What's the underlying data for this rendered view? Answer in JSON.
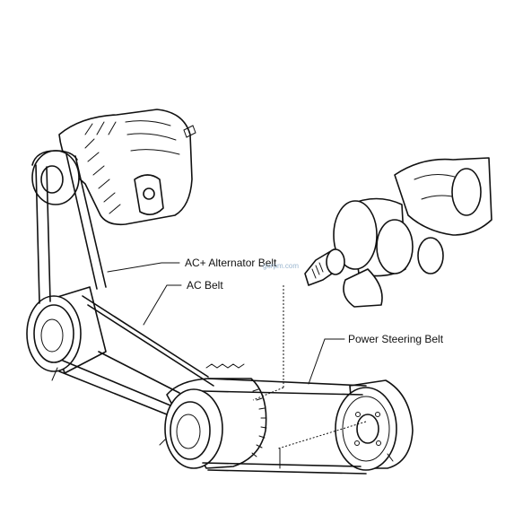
{
  "labels": {
    "ac_alternator_belt": "AC+ Alternator Belt",
    "ac_belt": "AC Belt",
    "power_steering_belt": "Power Steering Belt"
  },
  "watermark": "gorpm.com",
  "colors": {
    "ink": "#111111",
    "background": "#ffffff",
    "watermark": "#9bb6cf"
  }
}
